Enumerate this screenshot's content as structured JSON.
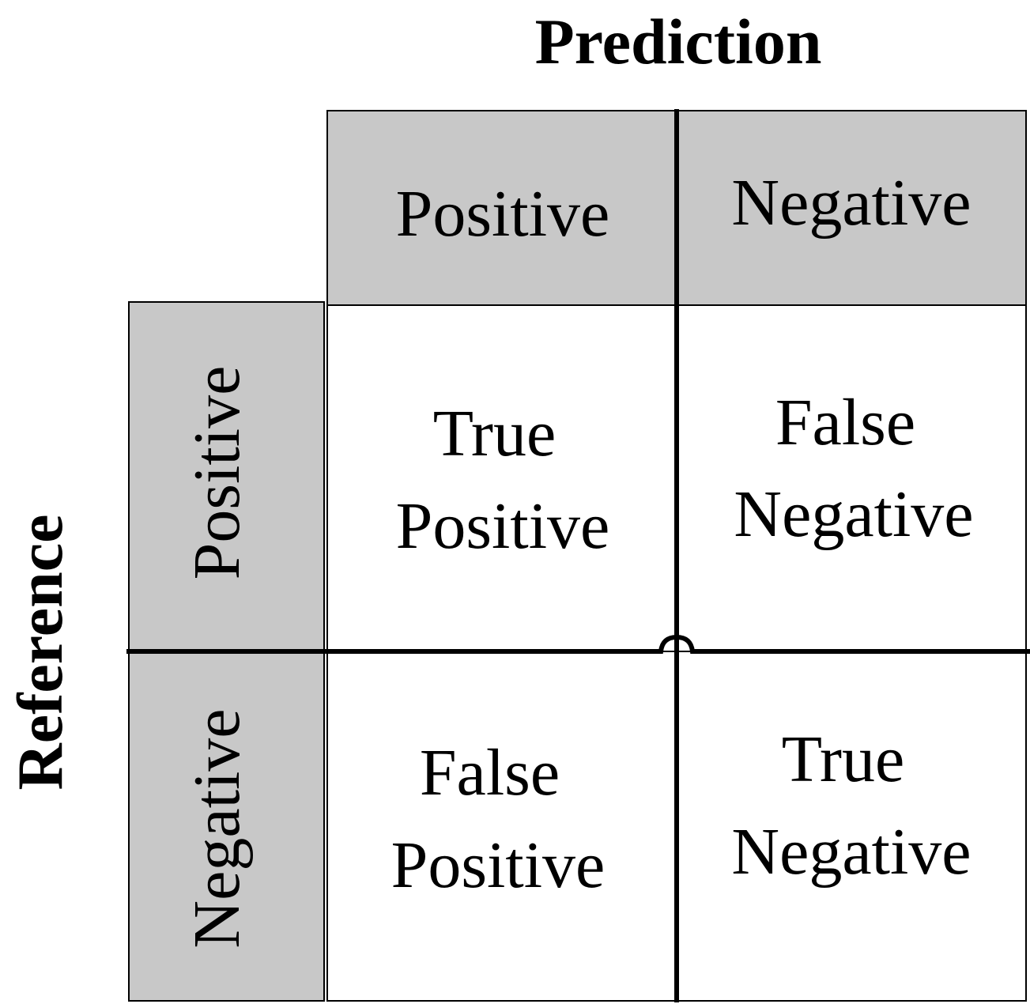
{
  "axes": {
    "column_title": "Prediction",
    "row_title": "Reference"
  },
  "column_headers": [
    "Positive",
    "Negative"
  ],
  "row_headers": [
    "Positive",
    "Negative"
  ],
  "cells": [
    [
      "True\nPositive",
      "False\nNegative"
    ],
    [
      "False\nPositive",
      "True\nNegative"
    ]
  ],
  "cells_lines": {
    "tp": [
      "True",
      "Positive"
    ],
    "fn": [
      "False",
      "Negative"
    ],
    "fp": [
      "False",
      "Positive"
    ],
    "tn": [
      "True",
      "Negative"
    ]
  },
  "colors": {
    "header_fill": "#c8c8c8",
    "cell_fill": "#ffffff",
    "line": "#000000",
    "text": "#000000"
  }
}
